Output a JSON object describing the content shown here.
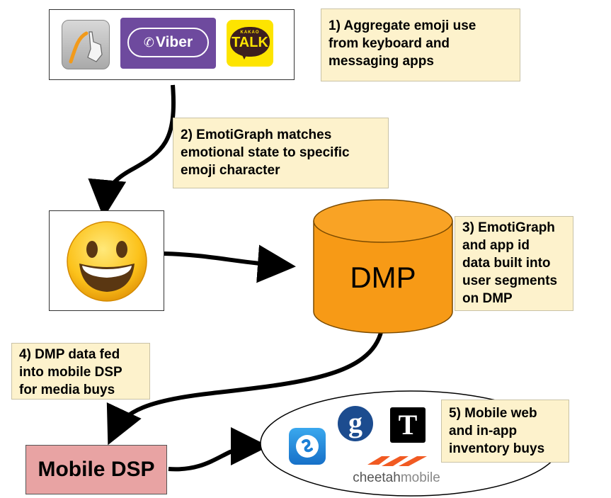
{
  "steps": [
    {
      "text": "1) Aggregate emoji use\nfrom keyboard and\nmessaging apps"
    },
    {
      "text": "2) EmotiGraph matches\nemotional state to specific\nemoji character"
    },
    {
      "text": "3) EmotiGraph\nand app id\ndata built into\nuser segments\non DMP"
    },
    {
      "text": "4) DMP data fed\ninto mobile DSP\nfor media buys"
    },
    {
      "text": "5) Mobile web\nand in-app\ninventory buys"
    }
  ],
  "nodes": {
    "dmp_label": "DMP",
    "dsp_label": "Mobile DSP"
  },
  "logos": {
    "viber": "Viber",
    "kakao_small": "KAKAO",
    "kakao_talk": "TALK",
    "cheetah_a": "cheetah",
    "cheetah_b": "mobile"
  },
  "colors": {
    "note_bg": "#fdf2cc",
    "dmp_orange": "#f79a16",
    "dsp_pink": "#e8a3a3",
    "viber_purple": "#6e4a9e",
    "kakao_yellow": "#fde400"
  }
}
